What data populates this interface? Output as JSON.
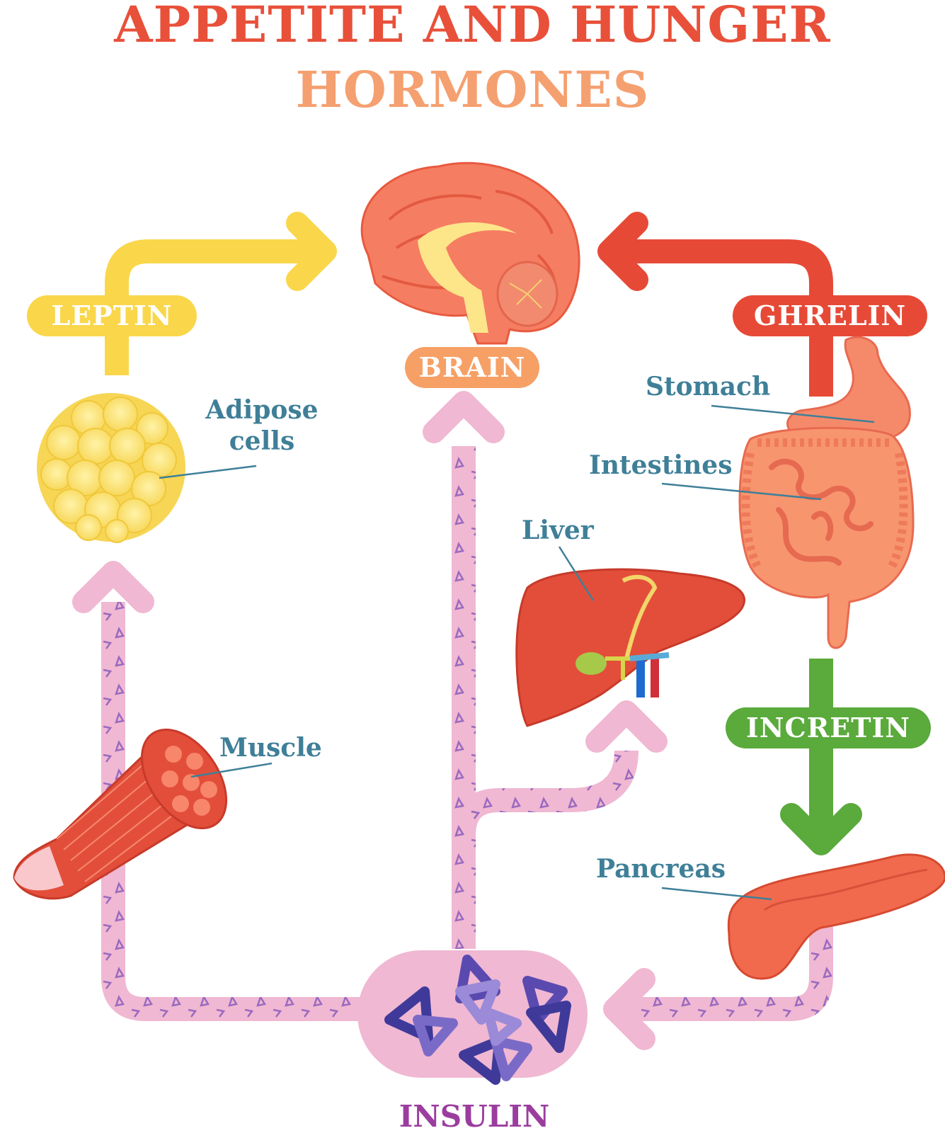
{
  "title": {
    "line1": "APPETITE AND HUNGER",
    "line2": "HORMONES"
  },
  "hormones": {
    "leptin": "LEPTIN",
    "ghrelin": "GHRELIN",
    "incretin": "INCRETIN",
    "insulin": "INSULIN"
  },
  "organs": {
    "brain": "BRAIN",
    "adipose": "Adipose\ncells",
    "stomach": "Stomach",
    "intestines": "Intestines",
    "liver": "Liver",
    "muscle": "Muscle",
    "pancreas": "Pancreas"
  },
  "colors": {
    "leptin": "#fad64b",
    "ghrelin": "#e64a37",
    "incretin": "#5aaa3c",
    "insulin_path": "#f0b8d2",
    "brain_pill": "#f6a066",
    "label_text": "#3f7f98",
    "insulin_text": "#9b3d9e"
  }
}
